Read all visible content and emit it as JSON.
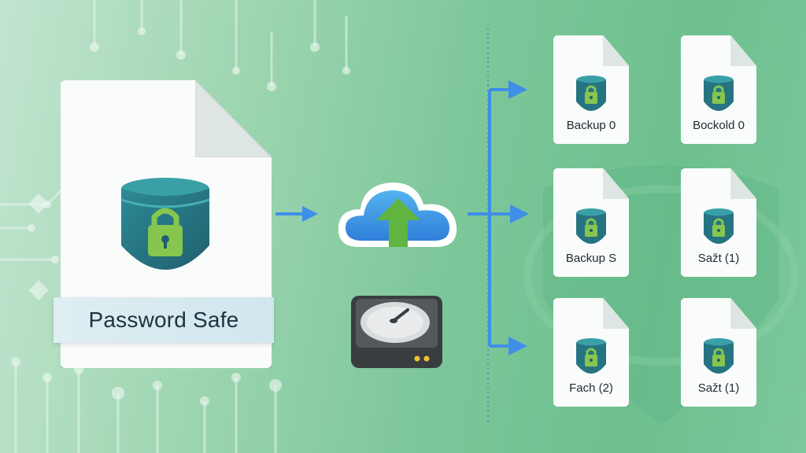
{
  "diagram": {
    "source": {
      "label": "Password Safe",
      "icon": "safe-lock-icon"
    },
    "middle": [
      {
        "icon": "cloud-upload-icon"
      },
      {
        "icon": "hard-drive-icon"
      }
    ],
    "backups": [
      {
        "label": "Backup 0",
        "icon": "safe-lock-icon"
      },
      {
        "label": "Bockold 0",
        "icon": "safe-lock-icon"
      },
      {
        "label": "Backup S",
        "icon": "safe-lock-icon"
      },
      {
        "label": "Sažt (1)",
        "icon": "safe-lock-icon"
      },
      {
        "label": "Fach (2)",
        "icon": "safe-lock-icon"
      },
      {
        "label": "Sažt (1)",
        "icon": "safe-lock-icon"
      }
    ],
    "colors": {
      "background": "#7dc79a",
      "arrow": "#3f8ee8",
      "safe_teal": "#2e7d8c",
      "lock_green": "#7fc24a"
    }
  }
}
